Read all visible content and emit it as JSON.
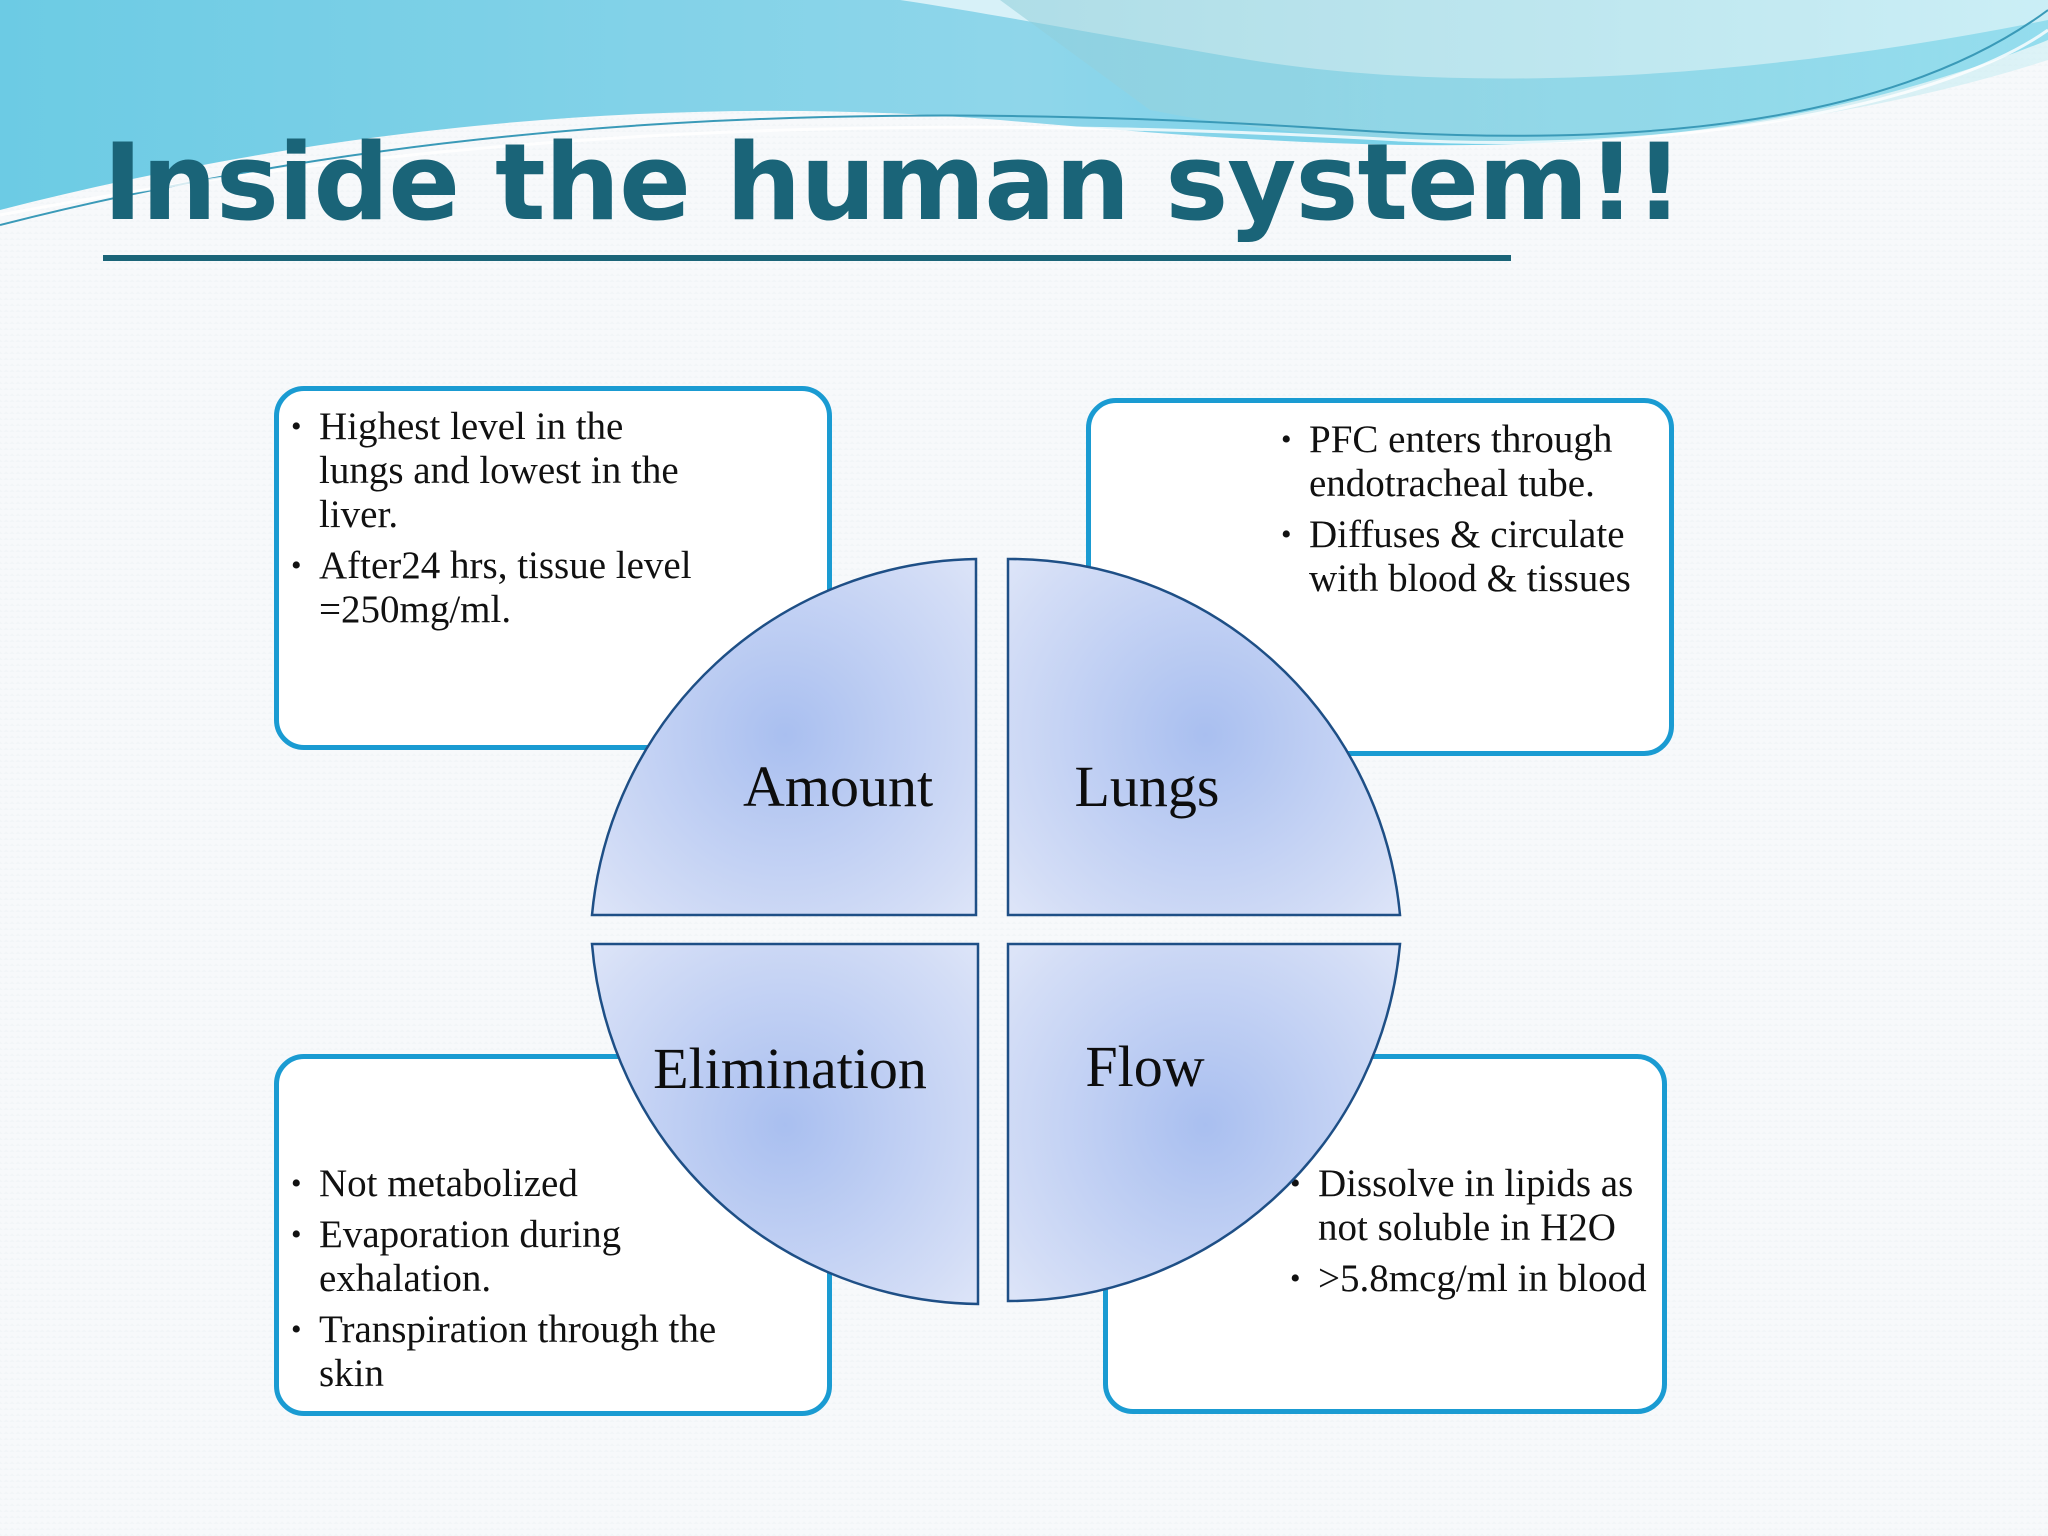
{
  "title": "Inside the human system!!",
  "quadrants": {
    "amount": "Amount",
    "lungs": "Lungs",
    "elimination": "Elimination",
    "flow": "Flow"
  },
  "boxes": {
    "amount": [
      "Highest level in the lungs and lowest in the liver.",
      "After24 hrs, tissue level =250mg/ml."
    ],
    "lungs": [
      "PFC enters through endotracheal tube.",
      "Diffuses & circulate with blood & tissues"
    ],
    "elimination": [
      "Not metabolized",
      "Evaporation during exhalation.",
      "Transpiration through the skin"
    ],
    "flow": [
      "Dissolve in lipids as not soluble in H2O",
      ">5.8mcg/ml in blood"
    ]
  },
  "colors": {
    "title": "#1a6478",
    "box_border": "#1a9bd2",
    "quadrant_fill_center": "#a9bff0",
    "quadrant_fill_edge": "#f2f5fd",
    "quadrant_border": "#1e4f86"
  }
}
